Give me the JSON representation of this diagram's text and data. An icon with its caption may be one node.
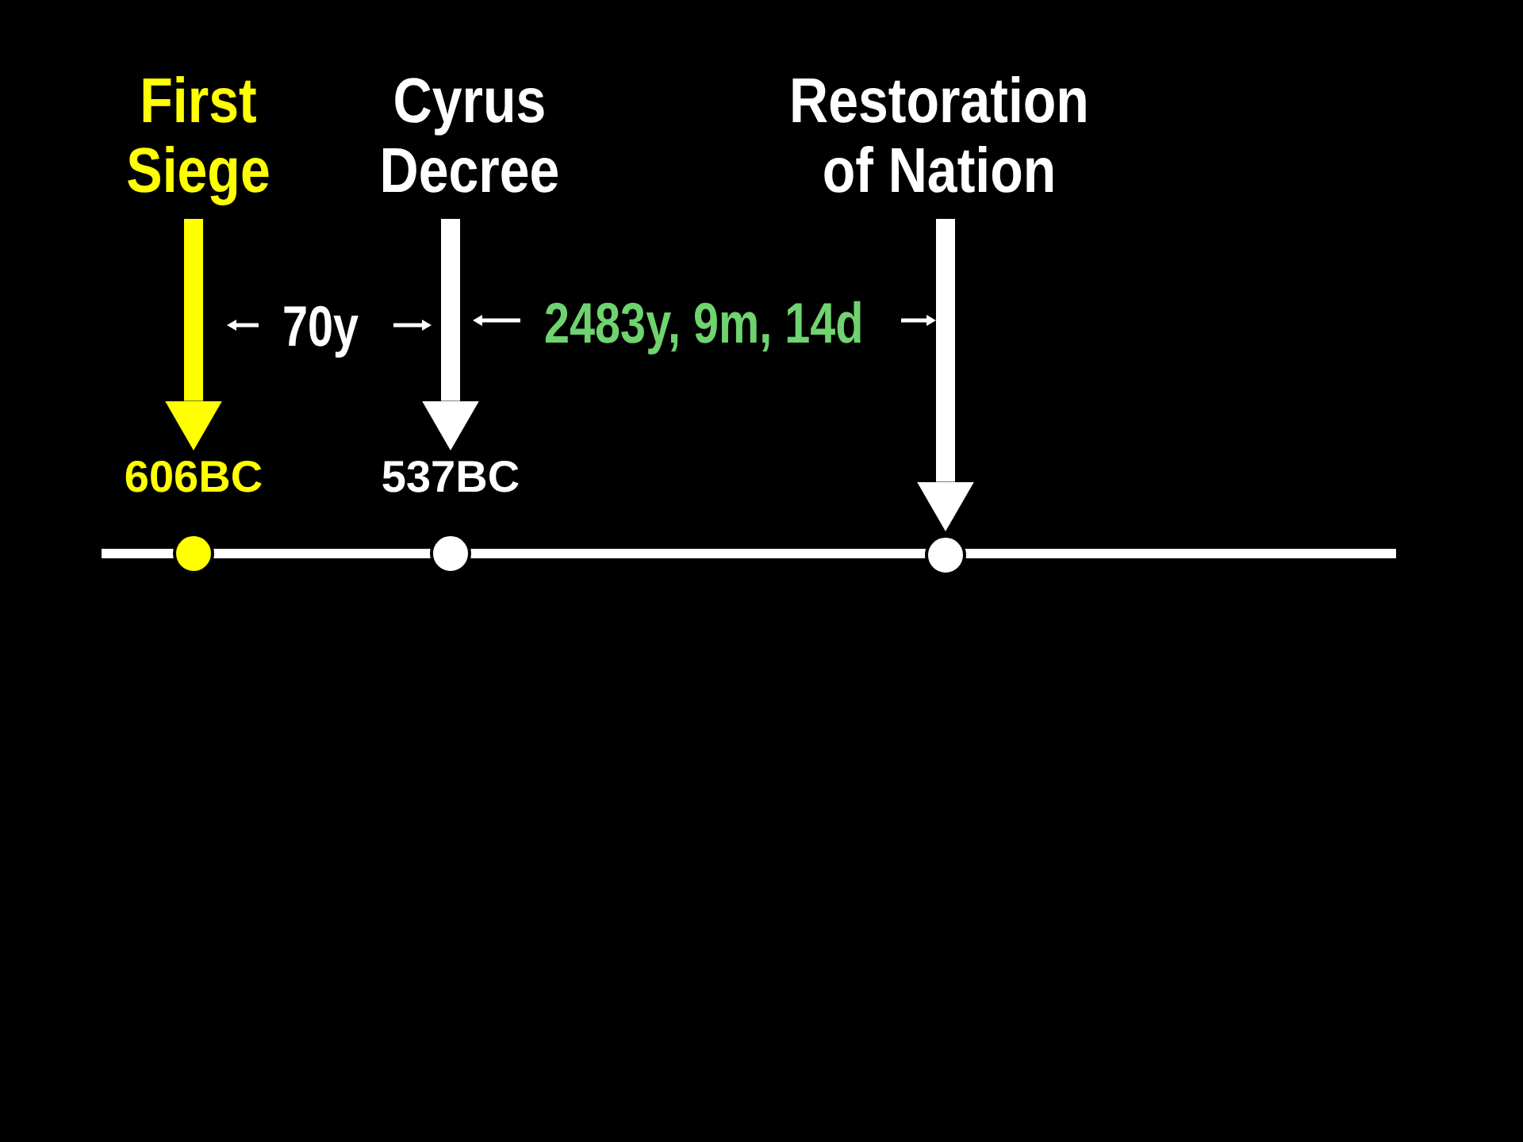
{
  "diagram": {
    "nodes": [
      {
        "text": [
          "First Siege"
        ]
      },
      {
        "text": [
          "Cyrus Decree"
        ]
      },
      {
        "text": [
          "Restoration of Nation"
        ]
      },
      {
        "text": [
          "606BC"
        ]
      },
      {
        "text": [
          "537BC"
        ]
      },
      {
        "text": [],
        "shape": "circle"
      }
    ],
    "edges": [
      {
        "from": 0,
        "to": 3,
        "arrow": "to",
        "color": "#ffff00"
      },
      {
        "from": 1,
        "to": 4,
        "arrow": "to"
      },
      {
        "from": 2,
        "to": 5,
        "arrow": "to"
      }
    ],
    "labels": [
      "70y",
      "2483y, 9m, 14d"
    ]
  }
}
